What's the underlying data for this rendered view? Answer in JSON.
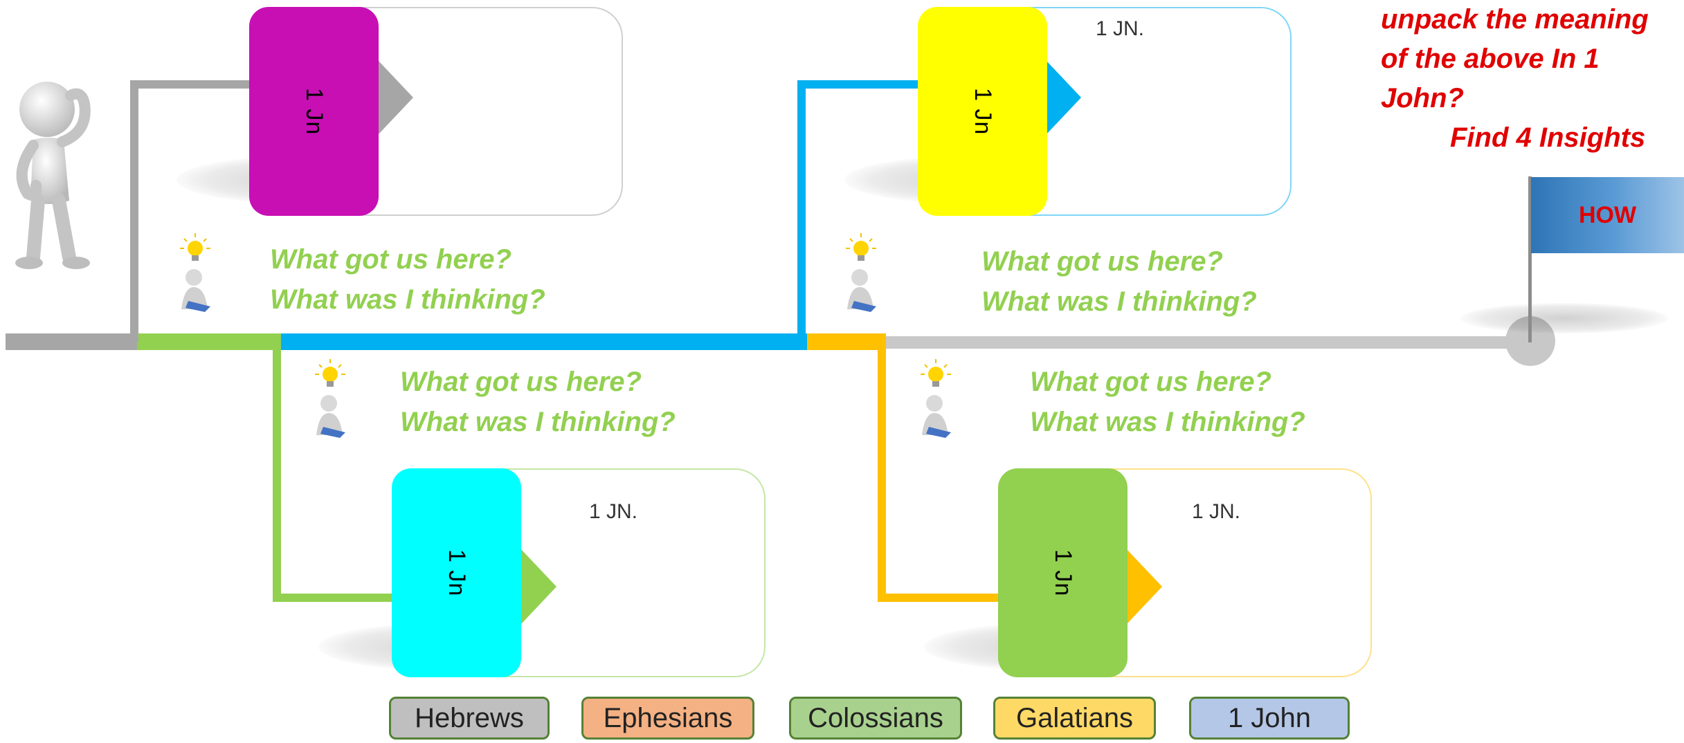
{
  "cards": [
    {
      "id": "card-1",
      "tab_label": "1 Jn",
      "ref_text": "",
      "tab_color": "#c80fb4",
      "accent": "#a6a6a6"
    },
    {
      "id": "card-2",
      "tab_label": "1 Jn",
      "ref_text": "1 JN.",
      "tab_color": "#ffff00",
      "accent": "#00b0f0"
    },
    {
      "id": "card-3",
      "tab_label": "1 Jn",
      "ref_text": "1 JN.",
      "tab_color": "#00ffff",
      "accent": "#92d050"
    },
    {
      "id": "card-4",
      "tab_label": "1 Jn",
      "ref_text": "1 JN.",
      "tab_color": "#92d050",
      "accent": "#ffc000"
    }
  ],
  "prompts": [
    {
      "line1": "What got us here?",
      "line2": "What was I thinking?"
    },
    {
      "line1": "What got us here?",
      "line2": "What was I thinking?"
    },
    {
      "line1": "What got us here?",
      "line2": "What was I thinking?"
    },
    {
      "line1": "What got us here?",
      "line2": "What was I thinking?"
    }
  ],
  "instruction": {
    "line1": "unpack the meaning",
    "line2": "of the above In 1",
    "line3": "John?",
    "line4": "Find 4 Insights"
  },
  "flag": {
    "label": "HOW",
    "color": "#2e75b6"
  },
  "legend": [
    {
      "label": "Hebrews",
      "color": "#bfbfbf"
    },
    {
      "label": "Ephesians",
      "color": "#f4b183"
    },
    {
      "label": "Colossians",
      "color": "#a9d18e"
    },
    {
      "label": "Galatians",
      "color": "#ffd966"
    },
    {
      "label": "1 John",
      "color": "#b4c7e7"
    }
  ],
  "colors": {
    "timeline": "#a6a6a6",
    "green": "#92d050",
    "blue": "#00b0f0",
    "orange": "#ffc000",
    "prompt_text": "#92d050",
    "instruction_text": "#e00000"
  }
}
